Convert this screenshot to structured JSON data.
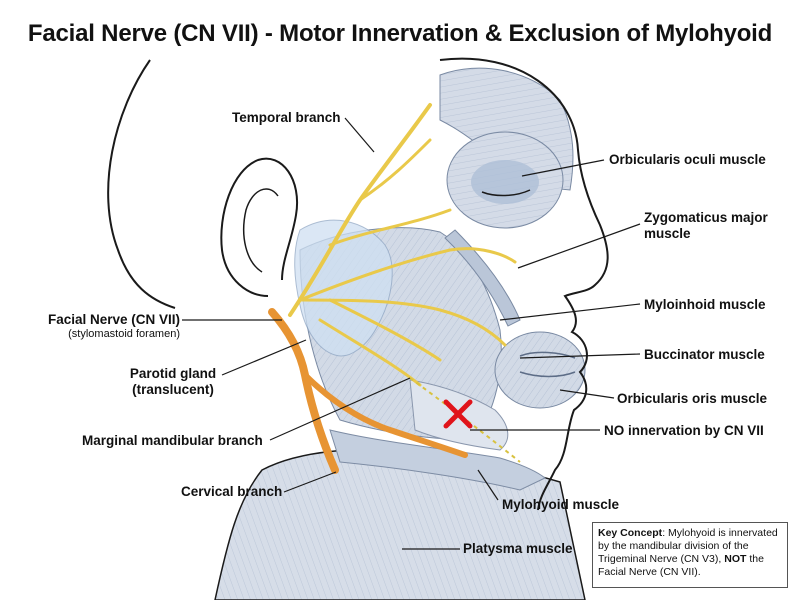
{
  "title": "Facial Nerve (CN VII) - Motor Innervation & Exclusion of Mylohyoid",
  "colors": {
    "nerve_yellow": "#e9c94a",
    "nerve_orange": "#e79433",
    "muscle": "#cfd7e3",
    "muscle_shade": "#9fb1cb",
    "outline": "#1a1a1a",
    "cross": "#e0141b"
  },
  "labels": {
    "temporal_branch": "Temporal branch",
    "orbicularis_oculi": "Orbicularis oculi muscle",
    "zygomaticus_line1": "Zygomaticus major",
    "zygomaticus_line2": "muscle",
    "myloinhoid": "Myloinhoid muscle",
    "buccinator": "Buccinator muscle",
    "orbicularis_oris": "Orbicularis oris muscle",
    "no_innervation": "NO innervation by CN VII",
    "facial_nerve": "Facial Nerve (CN VII)",
    "stylomastoid": "(stylomastoid foramen)",
    "parotid_line1": "Parotid gland",
    "parotid_line2": "(translucent)",
    "marginal_mandibular": "Marginal mandibular branch",
    "cervical_branch": "Cervical branch",
    "mylohyoid": "Mylohyoid muscle",
    "platysma": "Platysma muscle"
  },
  "key_concept": {
    "heading": "Key Concept",
    "text1": ": Mylohyoid is innervated by the mandibular division of the Trigeminal Nerve (CN V3), ",
    "emph": "NOT",
    "text2": " the Facial Nerve (CN VII)."
  },
  "icons": {
    "exclusion_marker": "red-x-icon"
  }
}
